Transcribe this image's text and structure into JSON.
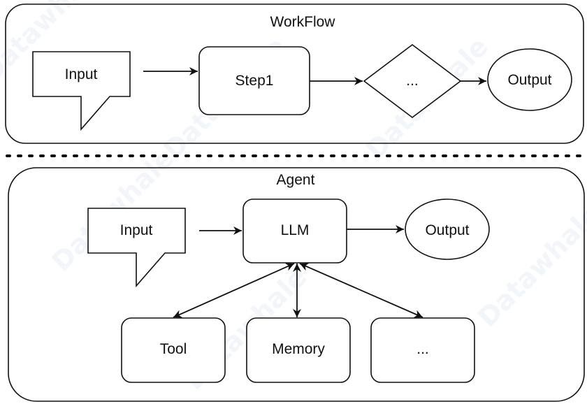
{
  "workflow": {
    "title": "WorkFlow",
    "nodes": {
      "input": "Input",
      "step1": "Step1",
      "decision": "...",
      "output": "Output"
    }
  },
  "agent": {
    "title": "Agent",
    "nodes": {
      "input": "Input",
      "llm": "LLM",
      "output": "Output",
      "tool": "Tool",
      "memory": "Memory",
      "more": "..."
    }
  },
  "watermark": "Datawhale",
  "colors": {
    "stroke": "#111111",
    "background": "#ffffff",
    "watermark": "#c9d3e6"
  }
}
